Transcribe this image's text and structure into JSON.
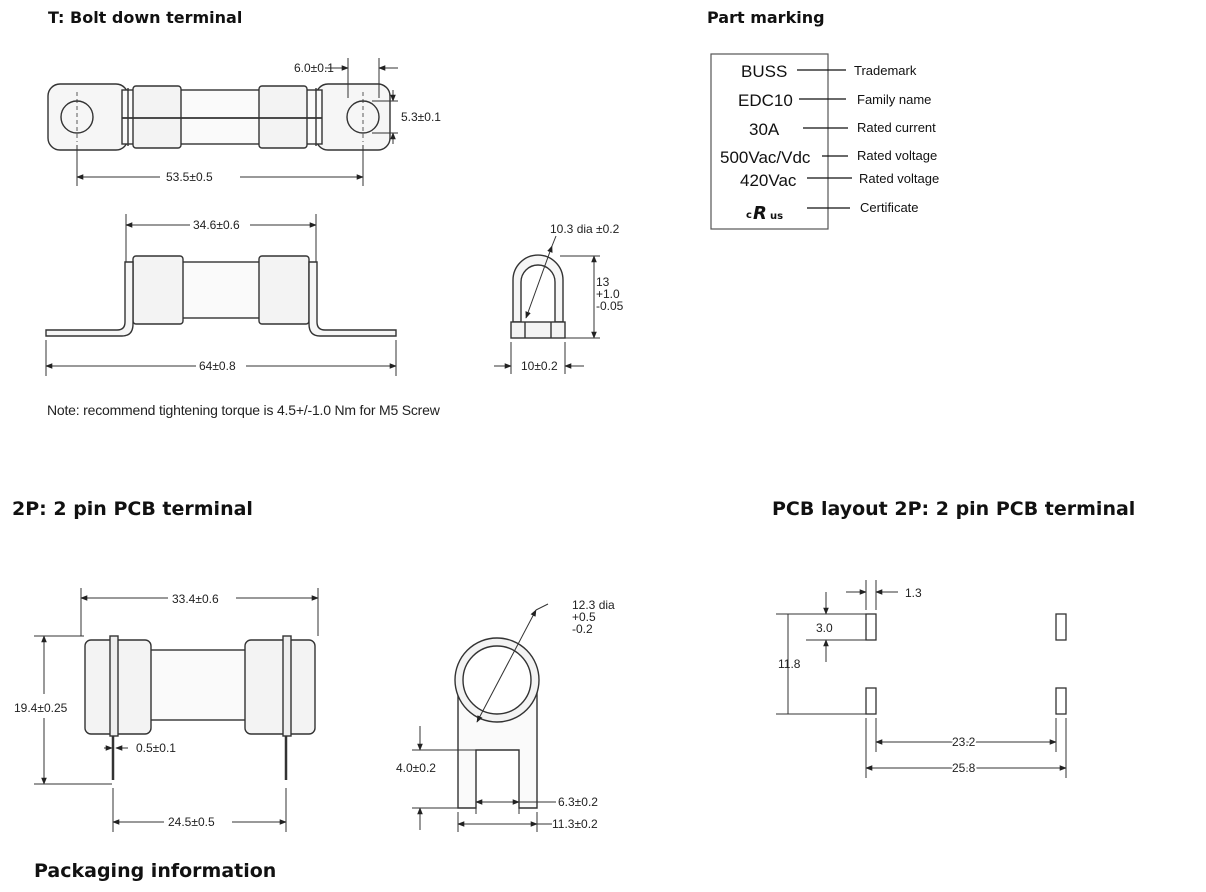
{
  "headings": {
    "bolt": "T: Bolt down terminal",
    "marking": "Part marking",
    "pcb2p": "2P: 2 pin PCB terminal",
    "layout": "PCB layout 2P: 2 pin PCB terminal",
    "packaging": "Packaging information"
  },
  "note": "Note: recommend tightening torque is 4.5+/-1.0 Nm for M5 Screw",
  "bolt_dims": {
    "tab_width": "6.0±0.1",
    "hole": "5.3±0.1",
    "hole_spacing": "53.5±0.5",
    "body_length": "34.6±0.6",
    "overall_length": "64±0.8",
    "dia_label": "10.3 dia ±0.2",
    "height_main": "13",
    "height_plus": "+1.0",
    "height_minus": "-0.05",
    "foot_width": "10±0.2"
  },
  "marking": {
    "rows": [
      {
        "text": "BUSS",
        "label": "Trademark"
      },
      {
        "text": "EDC10",
        "label": "Family name"
      },
      {
        "text": "30A",
        "label": "Rated current"
      },
      {
        "text": "500Vac/Vdc",
        "label": "Rated voltage"
      },
      {
        "text": "420Vac",
        "label": "Rated voltage"
      }
    ],
    "cert_left": "c",
    "cert_mid": "R",
    "cert_right": "us",
    "cert_label": "Certificate"
  },
  "pcb_dims": {
    "body_length": "33.4±0.6",
    "height": "19.4±0.25",
    "pin": "0.5±0.1",
    "pin_spacing": "24.5±0.5",
    "dia_main": "12.3 dia",
    "dia_plus": "+0.5",
    "dia_minus": "-0.2",
    "slot_depth": "4.0±0.2",
    "slot_width": "6.3±0.2",
    "base_width": "11.3±0.2"
  },
  "layout_dims": {
    "pad_width": "1.3",
    "pad_length": "3.0",
    "row_spacing": "11.8",
    "inner": "23.2",
    "outer": "25.8"
  }
}
